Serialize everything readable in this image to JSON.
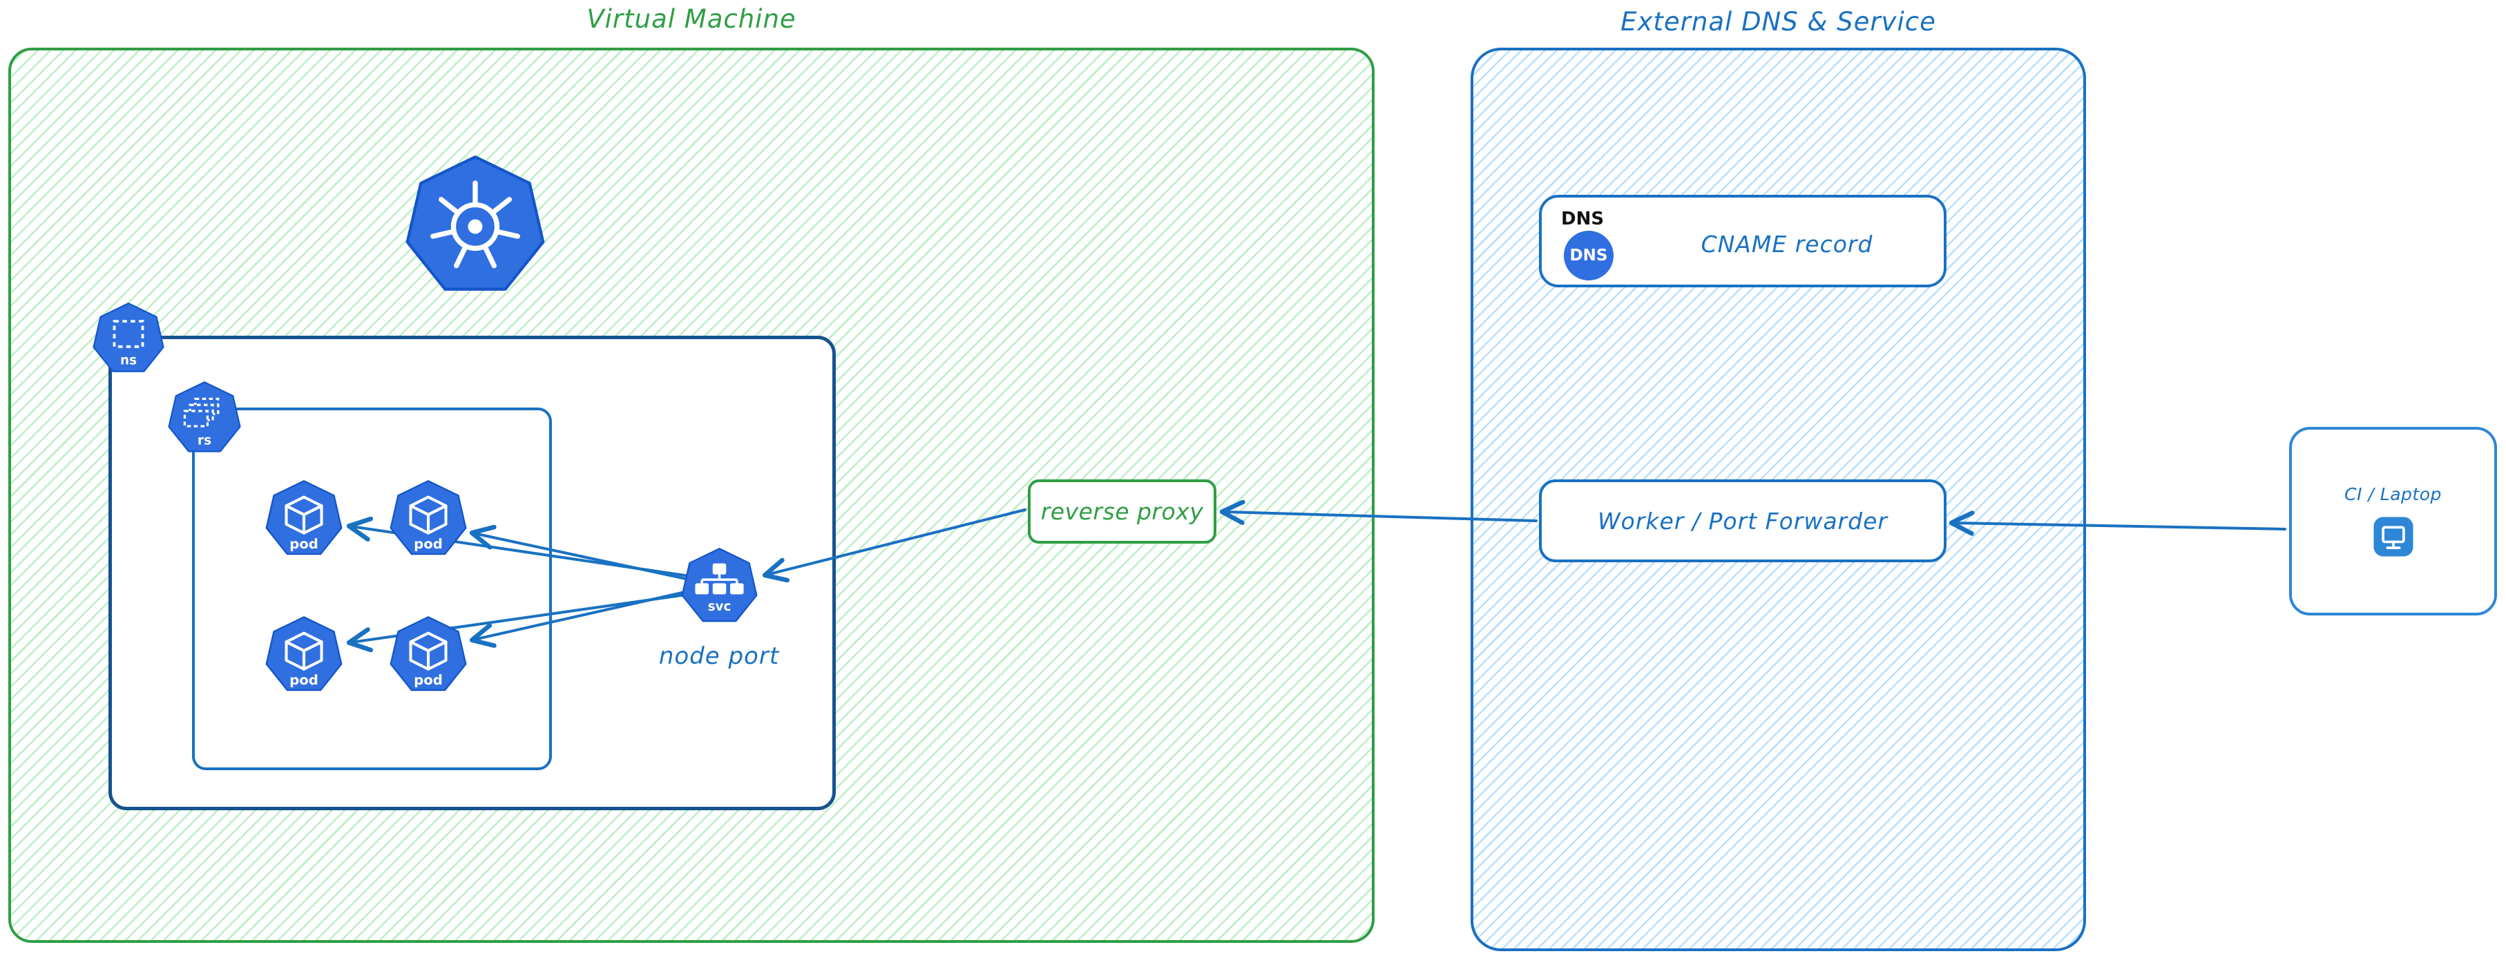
{
  "vm": {
    "title": "Virtual Machine",
    "node_port_label": "node port",
    "reverse_proxy_label": "reverse proxy"
  },
  "k8s": {
    "ns_label": "ns",
    "rs_label": "rs",
    "pod_label": "pod",
    "svc_label": "svc"
  },
  "external": {
    "title": "External DNS & Service",
    "dns_card_title": "DNS",
    "dns_icon_text": "DNS",
    "cname_label": "CNAME record",
    "worker_label": "Worker / Port Forwarder"
  },
  "client": {
    "label": "CI / Laptop"
  },
  "colors": {
    "green": "#2f9e44",
    "blue": "#1971c2",
    "k8s_blue": "#2f6fe0",
    "namespace_border": "#16538f"
  }
}
